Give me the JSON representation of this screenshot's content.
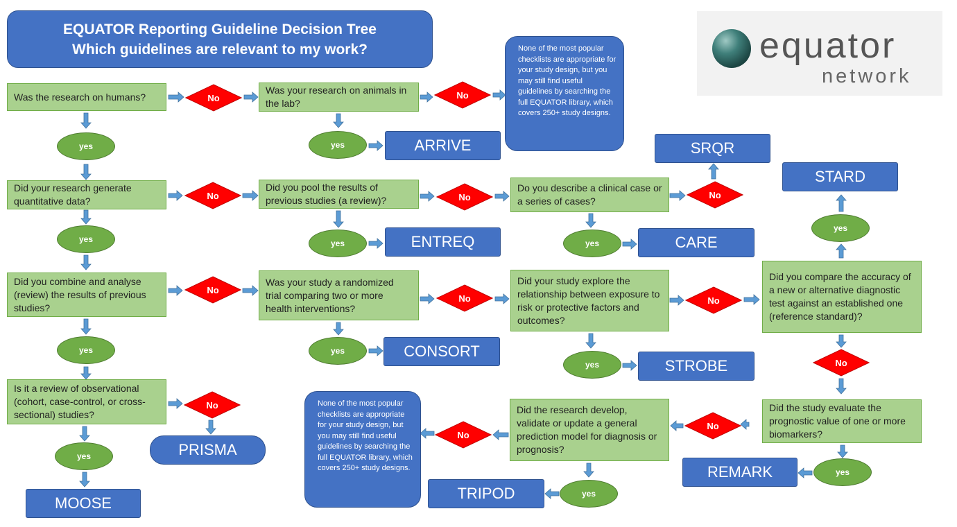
{
  "header": {
    "title_line1": "EQUATOR Reporting Guideline Decision Tree",
    "title_line2": "Which guidelines are relevant to my work?"
  },
  "logo": {
    "word": "equator",
    "sub": "network"
  },
  "questions": {
    "humans": "Was the research on humans?",
    "animals": "Was your research on animals in the lab?",
    "quantitative": "Did your research generate quantitative data?",
    "pooled": "Did you pool the results of previous studies (a review)?",
    "clinical_case": "Do you describe a clinical case or a series of cases?",
    "combine": "Did you combine and analyse (review) the results of previous studies?",
    "randomized": "Was your study a randomized trial comparing two or more health interventions?",
    "exposure": "Did your study explore the relationship between exposure to risk or protective factors and outcomes?",
    "diagnostic": "Did you compare the accuracy of a new or alternative diagnostic test against an established one (reference standard)?",
    "observational": "Is it a review of observational (cohort, case-control, or cross-sectional) studies?",
    "prediction": "Did the research develop, validate or update a general prediction model for diagnosis or prognosis?",
    "prognostic": "Did the study evaluate the prognostic value of one or more biomarkers?"
  },
  "labels": {
    "yes": "yes",
    "no": "No"
  },
  "guidelines": {
    "arrive": "ARRIVE",
    "srqr": "SRQR",
    "stard": "STARD",
    "entreq": "ENTREQ",
    "care": "CARE",
    "consort": "CONSORT",
    "strobe": "STROBE",
    "prisma": "PRISMA",
    "moose": "MOOSE",
    "tripod": "TRIPOD",
    "remark": "REMARK"
  },
  "notes": {
    "none_applicable": "None of the most popular checklists are appropriate for your study design, but you may still find useful guidelines by searching the full EQUATOR library, which covers 250+ study designs."
  },
  "colors": {
    "question_fill": "#a9d18e",
    "yes_fill": "#70ad47",
    "no_fill": "#ff0000",
    "result_fill": "#4472c4",
    "arrow_fill": "#5b9bd5"
  }
}
